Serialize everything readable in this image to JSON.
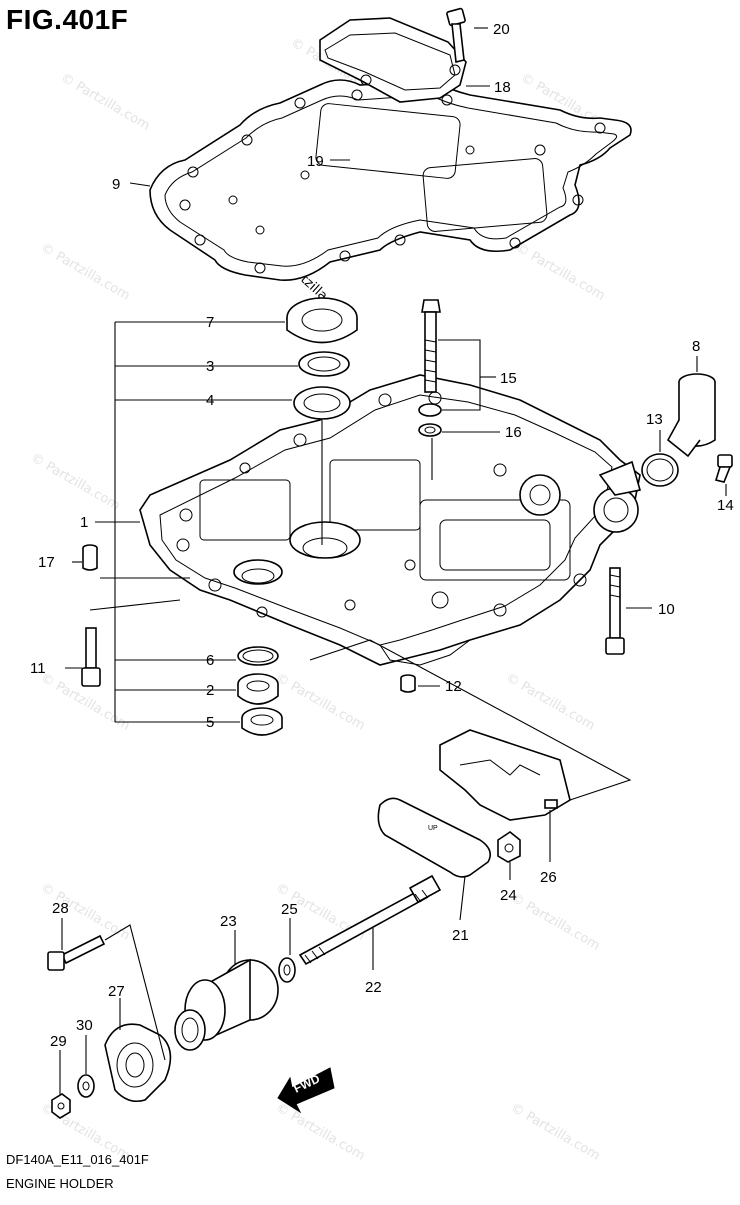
{
  "figure": {
    "title": "FIG.401F"
  },
  "footer": {
    "code": "DF140A_E11_016_401F",
    "caption": "ENGINE HOLDER"
  },
  "watermark": {
    "text": "© Partzilla.com",
    "color": "#e3e3e3"
  },
  "callouts": {
    "c1": "1",
    "c2": "2",
    "c3": "3",
    "c4": "4",
    "c5": "5",
    "c6": "6",
    "c7": "7",
    "c8": "8",
    "c9": "9",
    "c10": "10",
    "c11": "11",
    "c12": "12",
    "c13": "13",
    "c14": "14",
    "c15": "15",
    "c16": "16",
    "c17": "17",
    "c18": "18",
    "c19": "19",
    "c20": "20",
    "c21": "21",
    "c22": "22",
    "c23": "23",
    "c24": "24",
    "c25": "25",
    "c26": "26",
    "c27": "27",
    "c28": "28",
    "c29": "29",
    "c30": "30"
  },
  "stamps": {
    "fwd": "FWD",
    "up": "UP"
  }
}
